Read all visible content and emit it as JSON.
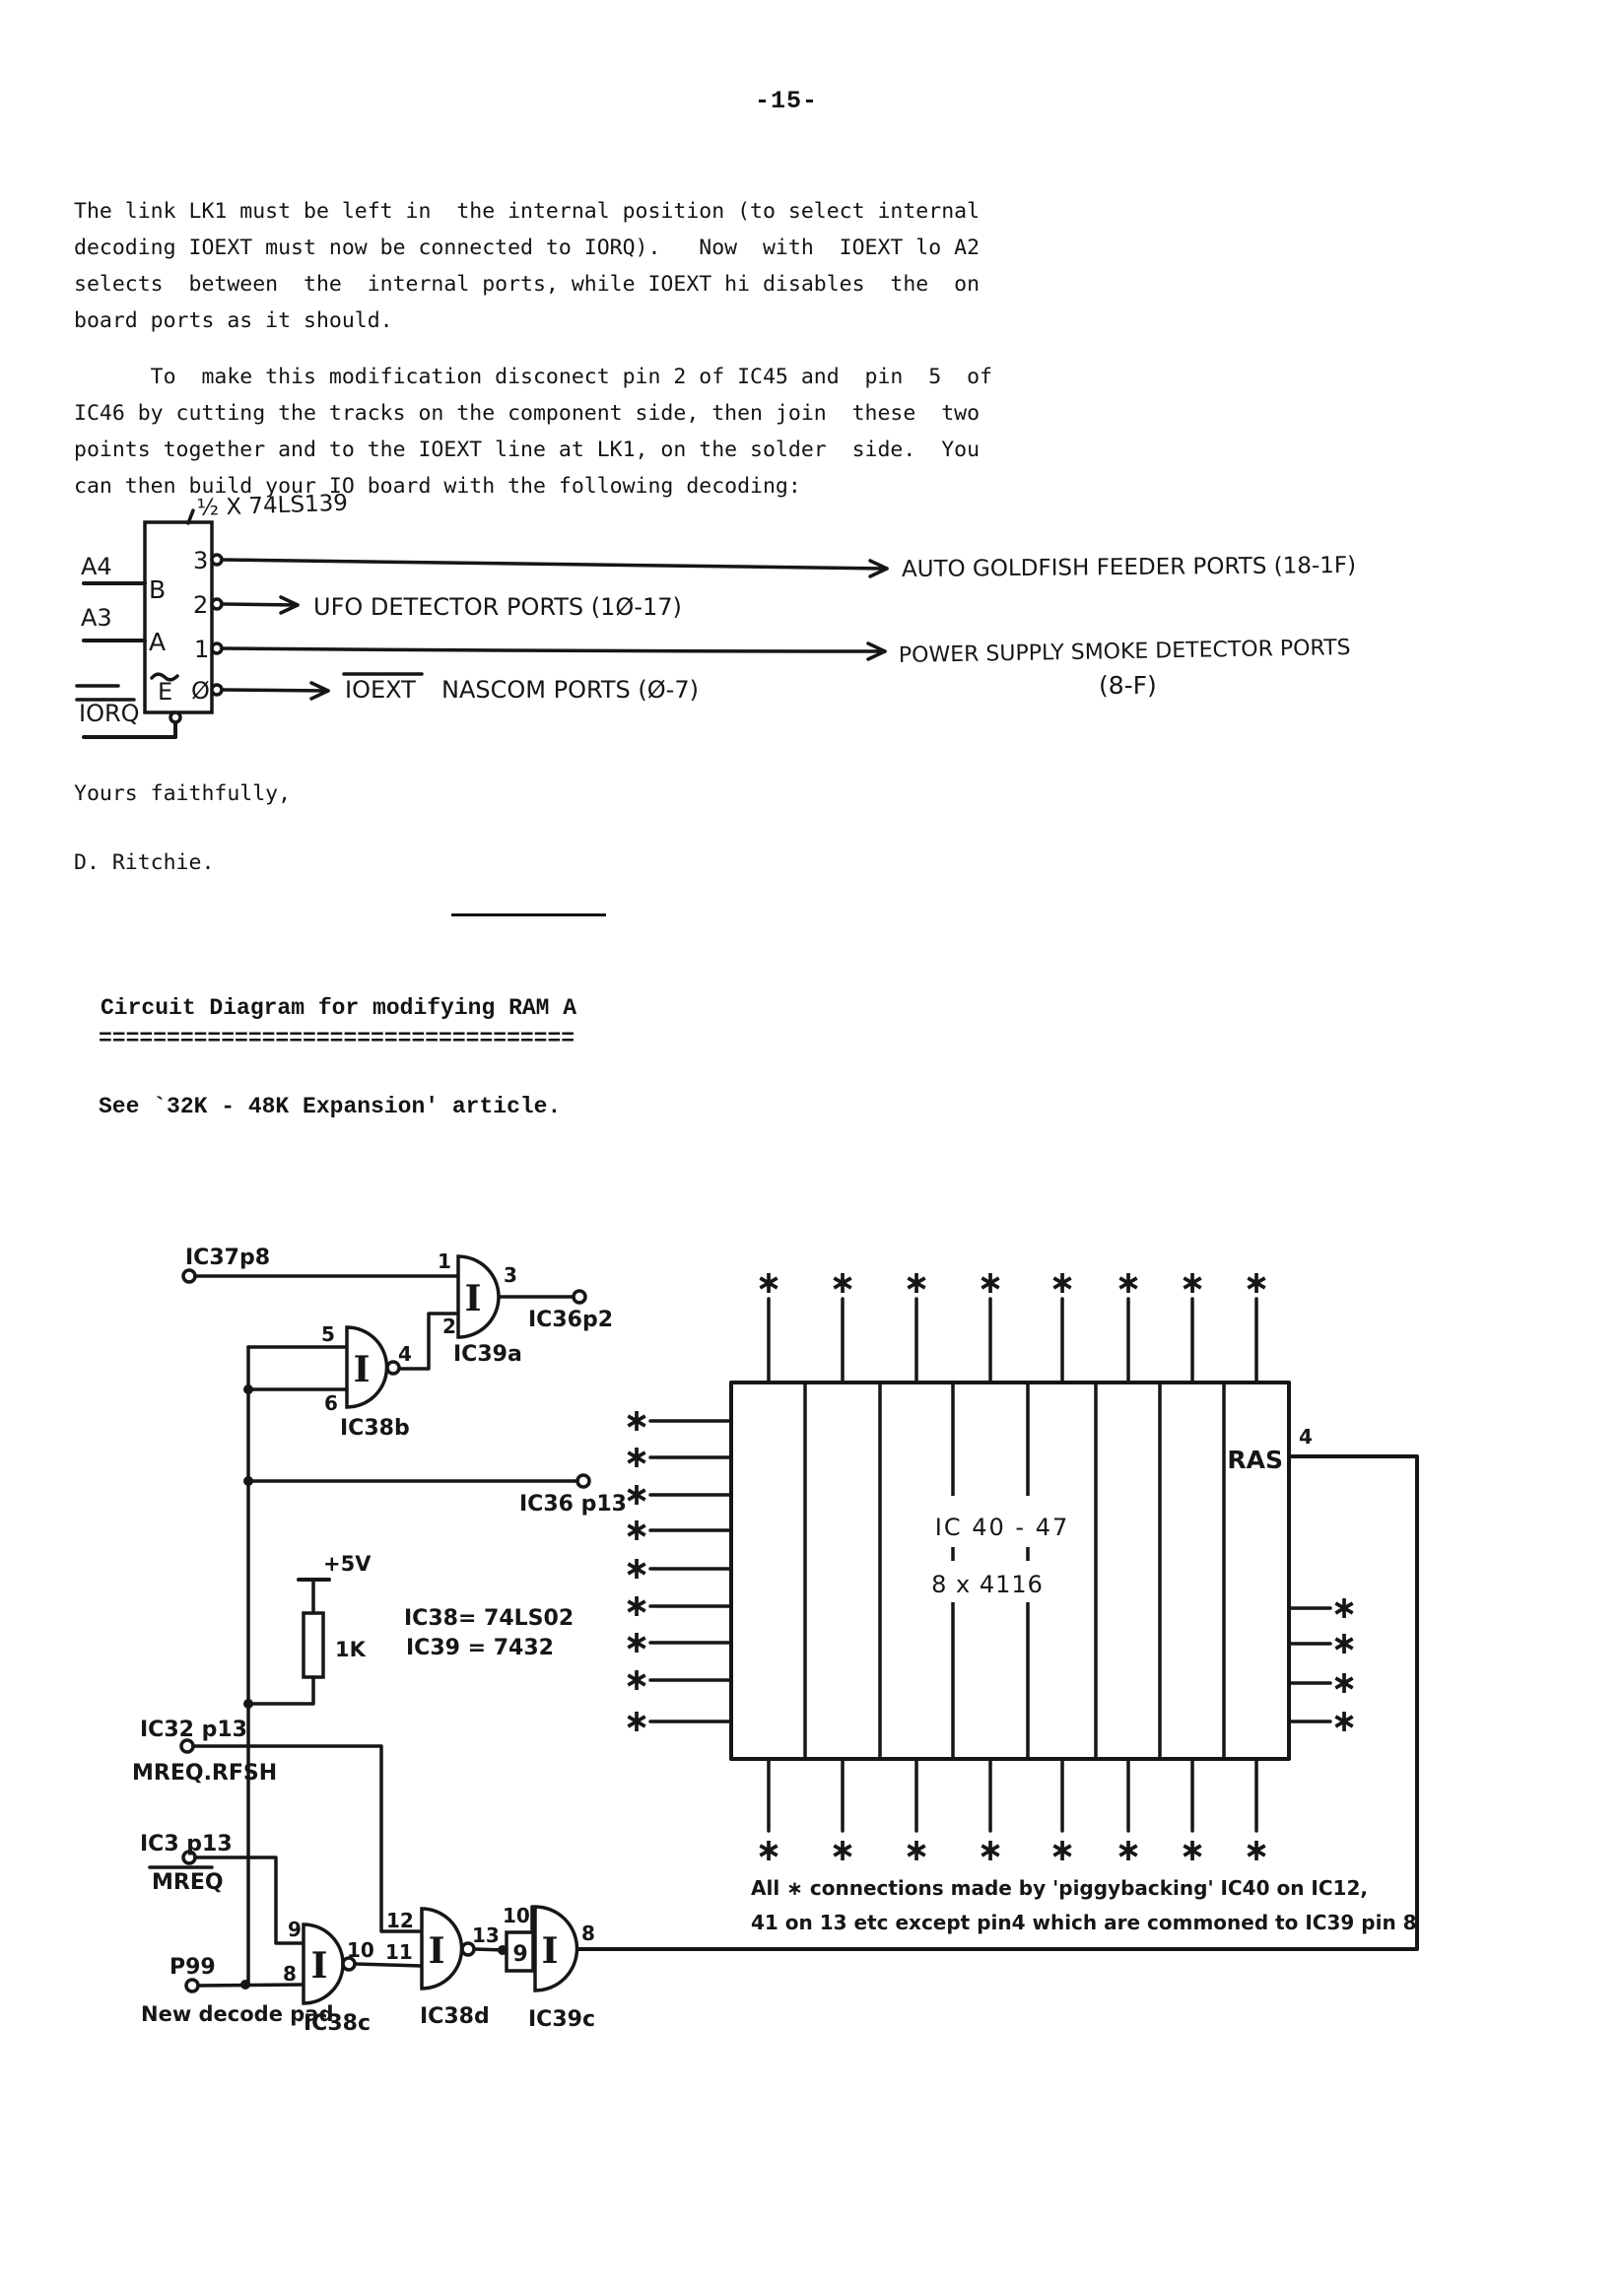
{
  "page": {
    "number": "-15-"
  },
  "letter": {
    "para1": [
      "The link LK1 must be left in  the internal position (to select internal",
      "decoding IOEXT must now be connected to IORQ).   Now  with  IOEXT lo A2",
      "selects  between  the  internal ports, while IOEXT hi disables  the  on",
      "board ports as it should."
    ],
    "para2": [
      "      To  make this modification disconect pin 2 of IC45 and  pin  5  of",
      "IC46 by cutting the tracks on the component side, then join  these  two",
      "points together and to the IOEXT line at LK1, on the solder  side.  You",
      "can then build your IO board with the following decoding:"
    ],
    "closing": "Yours faithfully,",
    "signature": "D. Ritchie."
  },
  "decoder": {
    "chip": "½ X 74LS139",
    "in_b_label": "A4",
    "in_a_label": "A3",
    "in_e_label": "IORQ",
    "pin_b": "B",
    "pin_a": "A",
    "pin_e": "E",
    "pin3": "3",
    "pin2": "2",
    "pin1": "1",
    "pin0": "Ø",
    "out3": "AUTO GOLDFISH FEEDER PORTS (18-1F)",
    "out2": "UFO DETECTOR PORTS (1Ø-17)",
    "out1a": "POWER SUPPLY SMOKE DETECTOR PORTS",
    "out1b": "(8-F)",
    "out0a": "IOEXT",
    "out0b": "NASCOM PORTS (Ø-7)"
  },
  "section": {
    "title": "Circuit Diagram for modifying RAM A",
    "rule": "===================================",
    "note": "See `32K - 48K Expansion' article."
  },
  "ram": {
    "ic37p8": "IC37p8",
    "ic36p2": "IC36p2",
    "ic39a": "IC39a",
    "ic38b": "IC38b",
    "ic36p13": "IC36 p13",
    "v5": "+5V",
    "r1k": "1K",
    "def38": "IC38= 74LS02",
    "def39": "IC39 = 7432",
    "ic32p13": "IC32 p13",
    "mreqrfsh": "MREQ.RFSH",
    "ic3p13": "IC3 p13",
    "mreq": "MREQ",
    "p99": "P99",
    "newpad": "New decode pad",
    "ic38c": "IC38c",
    "ic38d": "IC38d",
    "ic39c": "IC39c",
    "p1": "1",
    "p2": "2",
    "p3": "3",
    "p4": "4",
    "p5": "5",
    "p6": "6",
    "p8": "8",
    "p9": "9",
    "p10": "10",
    "p11": "11",
    "p12": "12",
    "p13": "13",
    "ramline1": "IC 40 - 47",
    "ramline2": "8 x 4116",
    "ras": "RAS",
    "ras_pin": "4",
    "star": "∗",
    "gate_i": "I",
    "note1": "All ∗ connections  made by 'piggybacking'  IC40 on IC12,",
    "note2": "41 on 13  etc  except pin4 which  are commoned to IC39 pin 8"
  }
}
